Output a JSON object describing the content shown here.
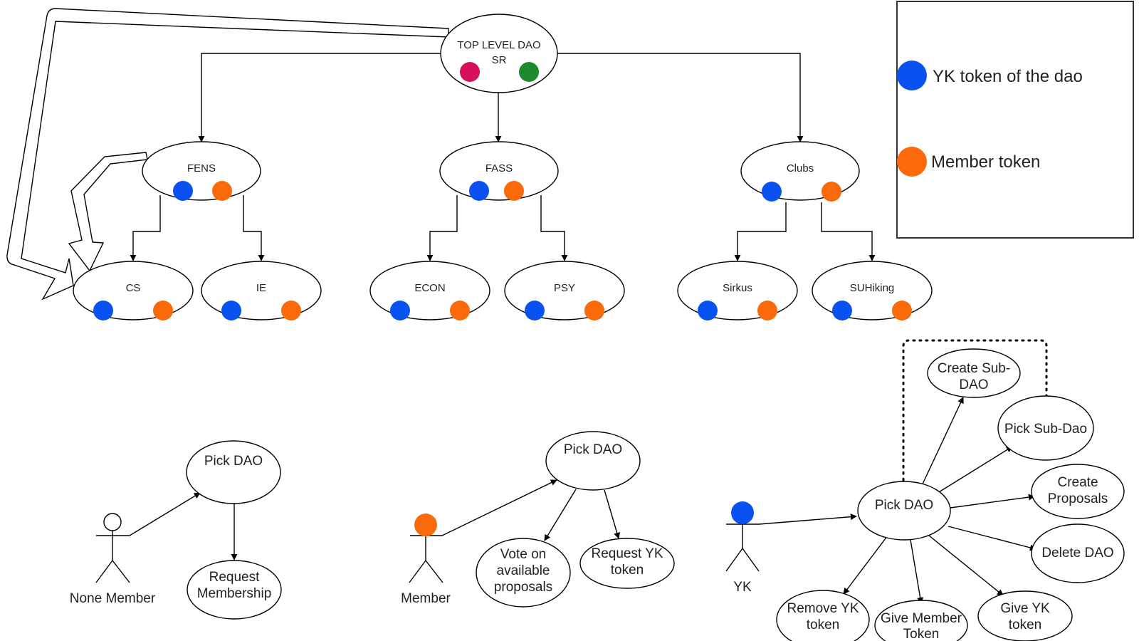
{
  "colors": {
    "yk_token": "#0a52f0",
    "member_token": "#fa6a0a",
    "sr_red": "#d6105a",
    "sr_green": "#1e8a2e",
    "line": "#000000"
  },
  "legend": {
    "yk_label": "YK token of the dao",
    "member_label": "Member token"
  },
  "tree": {
    "top_line1": "TOP LEVEL DAO",
    "top_line2": "SR",
    "fens": "FENS",
    "fass": "FASS",
    "clubs": "Clubs",
    "cs": "CS",
    "ie": "IE",
    "econ": "ECON",
    "psy": "PSY",
    "sirkus": "Sirkus",
    "suhiking": "SUHiking"
  },
  "use_case_nonmember": {
    "actor": "None Member",
    "pick_dao": "Pick DAO",
    "request_line1": "Request",
    "request_line2": "Membership"
  },
  "use_case_member": {
    "actor": "Member",
    "pick_dao": "Pick DAO",
    "vote_line1": "Vote on",
    "vote_line2": "available",
    "vote_line3": "proposals",
    "request_line1": "Request YK",
    "request_line2": "token"
  },
  "use_case_yk": {
    "actor": "YK",
    "pick_dao": "Pick DAO",
    "create_sub_line1": "Create Sub-",
    "create_sub_line2": "DAO",
    "pick_sub": "Pick Sub-Dao",
    "create_prop_line1": "Create",
    "create_prop_line2": "Proposals",
    "delete_dao": "Delete DAO",
    "give_yk_line1": "Give YK",
    "give_yk_line2": "token",
    "give_member_line1": "Give Member",
    "give_member_line2": "Token",
    "remove_yk_line1": "Remove YK",
    "remove_yk_line2": "token"
  }
}
